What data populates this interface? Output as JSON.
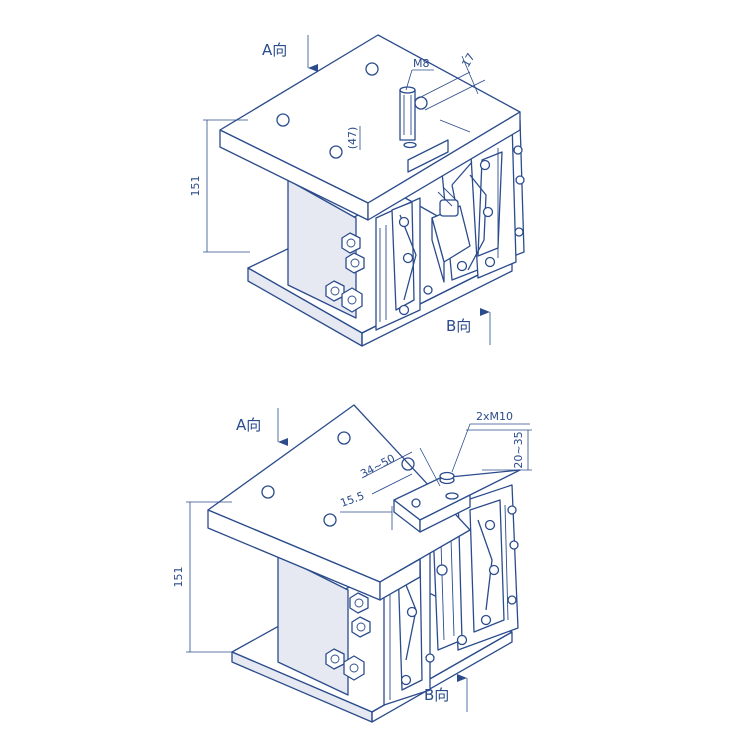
{
  "colors": {
    "line": "#2b4c8c",
    "shade": "#e6e9f2"
  },
  "top_view": {
    "dir_a": "A向",
    "dir_b": "B向",
    "height": "151",
    "bolt": "M8",
    "offset": "17",
    "bolt_length": "(47)"
  },
  "bottom_view": {
    "dir_a": "A向",
    "dir_b": "B向",
    "height": "151",
    "bolts": "2xM10",
    "range_a": "34~50",
    "range_b": "20~35",
    "offset": "15.5"
  }
}
